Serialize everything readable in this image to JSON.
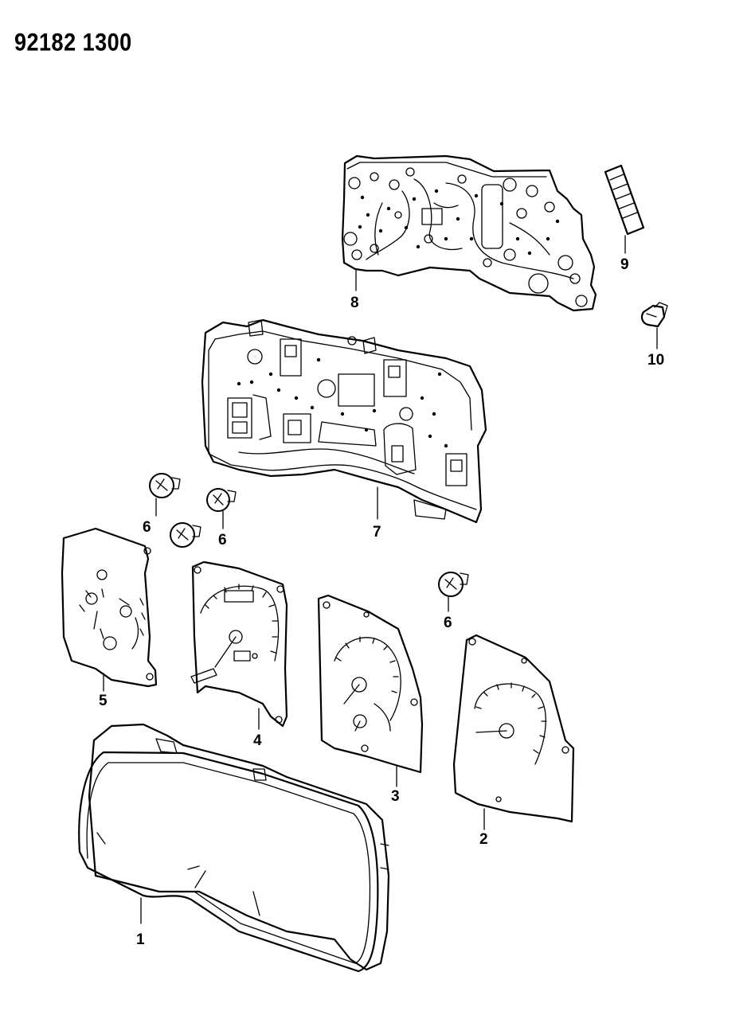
{
  "header": {
    "code": "92182 1300"
  },
  "callouts": {
    "c1": "1",
    "c2": "2",
    "c3": "3",
    "c4": "4",
    "c5": "5",
    "c6a": "6",
    "c6b": "6",
    "c6c": "6",
    "c7": "7",
    "c8": "8",
    "c9": "9",
    "c10": "10"
  },
  "parts": [
    {
      "callout": "1",
      "name": "lens"
    },
    {
      "callout": "2",
      "name": "gauge-face-plate"
    },
    {
      "callout": "3",
      "name": "gauge-face-plate"
    },
    {
      "callout": "4",
      "name": "gauge-face-plate"
    },
    {
      "callout": "5",
      "name": "gauge-face-plate"
    },
    {
      "callout": "6",
      "name": "lamp-socket"
    },
    {
      "callout": "7",
      "name": "cluster-housing"
    },
    {
      "callout": "8",
      "name": "printed-circuit-board"
    },
    {
      "callout": "9",
      "name": "connector-label"
    },
    {
      "callout": "10",
      "name": "bulb"
    }
  ]
}
